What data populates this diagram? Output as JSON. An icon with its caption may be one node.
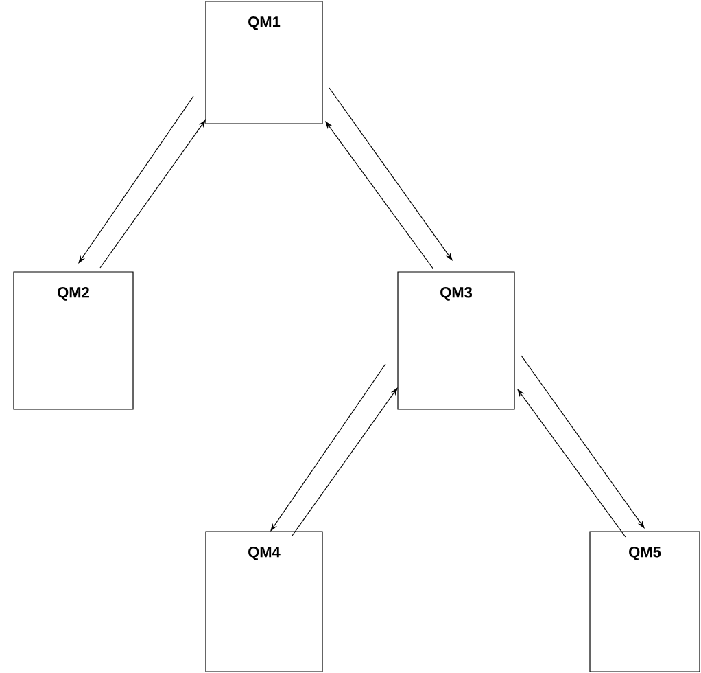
{
  "diagram": {
    "nodes": [
      {
        "text": [
          "QM1"
        ]
      },
      {
        "text": [
          "QM2"
        ]
      },
      {
        "text": [
          "QM3"
        ]
      },
      {
        "text": [
          "QM4"
        ]
      },
      {
        "text": [
          "QM5"
        ]
      }
    ],
    "edges": [
      {
        "from": 0,
        "to": 1,
        "arrow": "to"
      },
      {
        "from": 1,
        "to": 0,
        "arrow": "to"
      },
      {
        "from": 0,
        "to": 2,
        "arrow": "to"
      },
      {
        "from": 2,
        "to": 0,
        "arrow": "to"
      },
      {
        "from": 2,
        "to": 3,
        "arrow": "to"
      },
      {
        "from": 3,
        "to": 2,
        "arrow": "to"
      },
      {
        "from": 2,
        "to": 4,
        "arrow": "to"
      },
      {
        "from": 4,
        "to": 2,
        "arrow": "to"
      }
    ]
  }
}
